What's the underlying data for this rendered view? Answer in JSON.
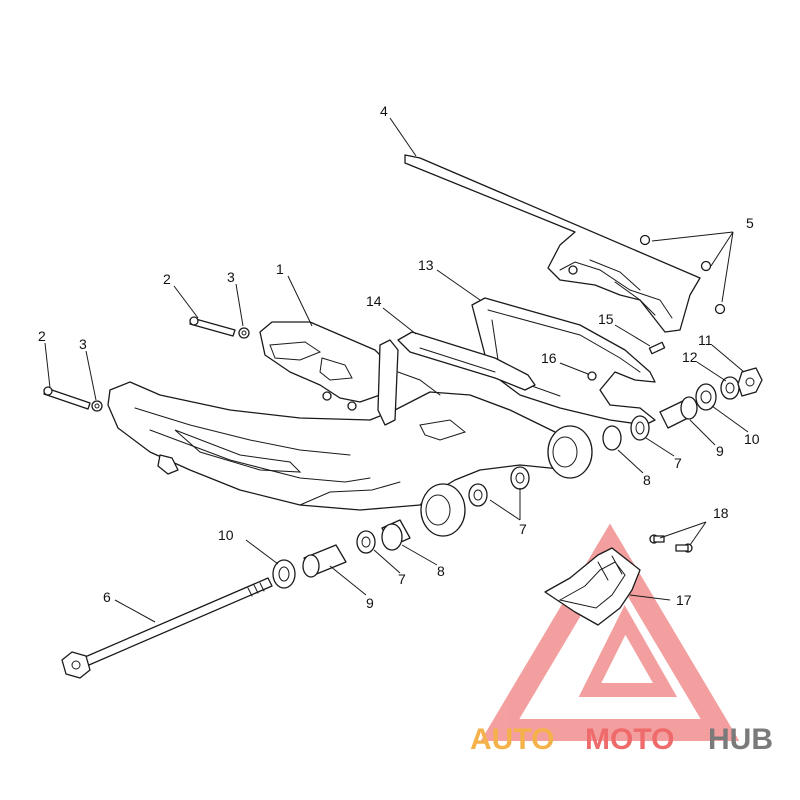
{
  "diagram": {
    "callouts": [
      "1",
      "2",
      "2",
      "3",
      "3",
      "4",
      "5",
      "6",
      "7",
      "7",
      "7",
      "8",
      "8",
      "9",
      "9",
      "10",
      "10",
      "11",
      "12",
      "13",
      "14",
      "15",
      "16",
      "17",
      "18"
    ]
  },
  "watermark": {
    "part1": "AUTO",
    "part2": "MOTO",
    "part3": "HUB",
    "colors": {
      "auto": "#f5b24a",
      "moto": "#ef6b6b",
      "hub": "#7a7a7a",
      "logo": "#f08080"
    }
  }
}
